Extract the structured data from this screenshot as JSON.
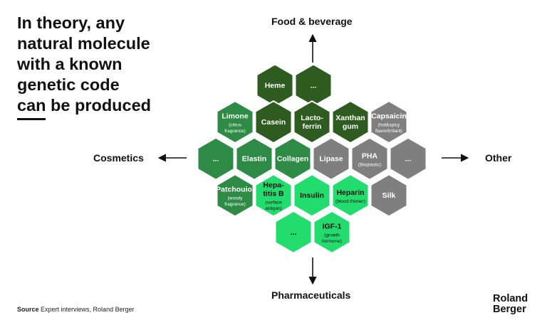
{
  "headline": {
    "lines": [
      "In theory, any",
      "natural molecule",
      "with a known",
      "genetic code",
      "can be produced"
    ]
  },
  "directions": {
    "top": "Food & beverage",
    "left": "Cosmetics",
    "right": "Other",
    "bottom": "Pharmaceuticals"
  },
  "colors": {
    "food": "#2e5b1f",
    "cosmetics": "#2e8b45",
    "pharma": "#22dc6e",
    "other": "#7f7f7f",
    "line": "#111111",
    "text_light": "#ffffff",
    "text_dark": "#111111"
  },
  "molecules": [
    {
      "id": "heme",
      "title": "Heme",
      "sub": "",
      "group": "food",
      "row": 0,
      "col": 2
    },
    {
      "id": "food-more",
      "title": "...",
      "sub": "",
      "group": "food",
      "row": 0,
      "col": 3
    },
    {
      "id": "limone",
      "title": "Limone",
      "sub": "(citrus\nfragrance)",
      "group": "cosmetics",
      "row": 1,
      "col": 0
    },
    {
      "id": "casein",
      "title": "Casein",
      "sub": "",
      "group": "food",
      "row": 1,
      "col": 1
    },
    {
      "id": "lactoferrin",
      "title": "Lacto-\nferrin",
      "sub": "",
      "group": "food",
      "row": 1,
      "col": 2
    },
    {
      "id": "xanthan",
      "title": "Xanthan\ngum",
      "sub": "",
      "group": "food",
      "row": 1,
      "col": 3
    },
    {
      "id": "capsaicin",
      "title": "Capsaicin",
      "sub": "(hot&spicy\nflavor/irritant)",
      "group": "other",
      "row": 1,
      "col": 4
    },
    {
      "id": "cosmetics-more",
      "title": "...",
      "sub": "",
      "group": "cosmetics",
      "row": 2,
      "col": 0
    },
    {
      "id": "elastin",
      "title": "Elastin",
      "sub": "",
      "group": "cosmetics",
      "row": 2,
      "col": 1
    },
    {
      "id": "collagen",
      "title": "Collagen",
      "sub": "",
      "group": "cosmetics",
      "row": 2,
      "col": 2
    },
    {
      "id": "lipase",
      "title": "Lipase",
      "sub": "",
      "group": "other",
      "row": 2,
      "col": 3
    },
    {
      "id": "pha",
      "title": "PHA",
      "sub": "(Bioplastic)",
      "group": "other",
      "row": 2,
      "col": 4
    },
    {
      "id": "other-more",
      "title": "...",
      "sub": "",
      "group": "other",
      "row": 2,
      "col": 5
    },
    {
      "id": "patchouiol",
      "title": "Patchouiol",
      "sub": "(woody\nfragrance)",
      "group": "cosmetics",
      "row": 3,
      "col": 0
    },
    {
      "id": "hepatitis",
      "title": "Hepa-\ntitis B",
      "sub": "(surface\nantigen)",
      "group": "pharma",
      "row": 3,
      "col": 1
    },
    {
      "id": "insulin",
      "title": "Insulin",
      "sub": "",
      "group": "pharma",
      "row": 3,
      "col": 2
    },
    {
      "id": "heparin",
      "title": "Heparin",
      "sub": "(blood thinner)",
      "group": "pharma",
      "row": 3,
      "col": 3
    },
    {
      "id": "silk",
      "title": "Silk",
      "sub": "",
      "group": "other",
      "row": 3,
      "col": 4
    },
    {
      "id": "pharma-more",
      "title": "...",
      "sub": "",
      "group": "pharma",
      "row": 4,
      "col": 1
    },
    {
      "id": "igf1",
      "title": "IGF-1",
      "sub": "(growth\nhormone)",
      "group": "pharma",
      "row": 4,
      "col": 2
    }
  ],
  "footer": {
    "source_label": "Source",
    "source_text": "Expert interviews, Roland Berger",
    "brand_line1": "Roland",
    "brand_line2": "Berger"
  }
}
